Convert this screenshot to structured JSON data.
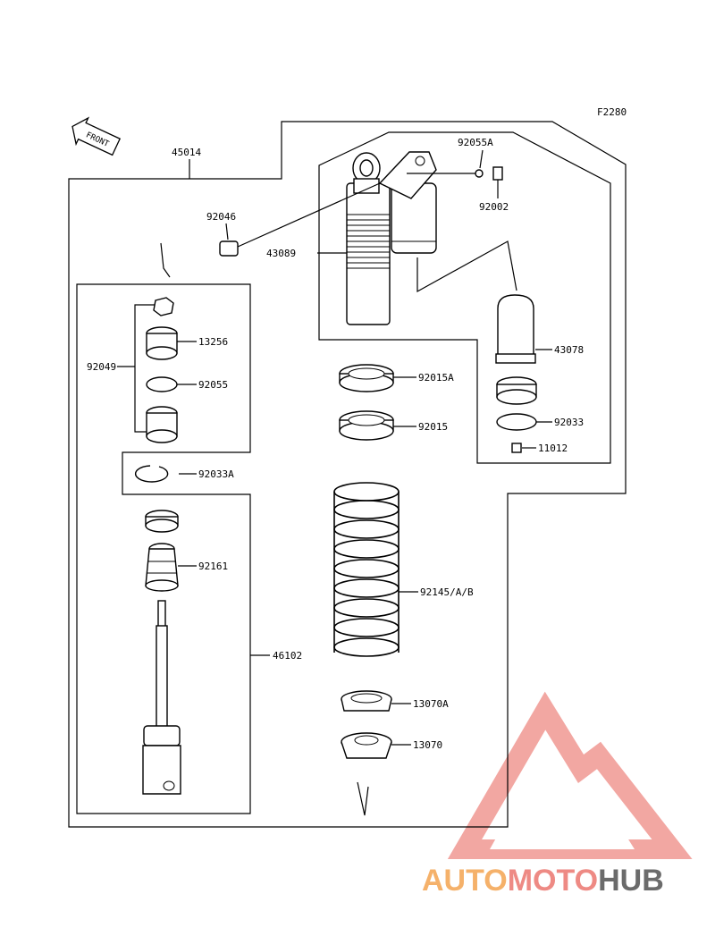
{
  "figure_code": "F2280",
  "front_label": "FRONT",
  "parts": {
    "shock_assembly": "45014",
    "reservoir_bolt_washer": "92055A",
    "reservoir_bolt": "92002",
    "bushing": "92046",
    "shock_body": "43089",
    "rod_group": "92049",
    "nut": "13256",
    "oring": "92055",
    "adjuster_nut": "92015A",
    "locknut": "92015",
    "bladder": "43078",
    "reservoir_cap_ring": "92033",
    "valve": "11012",
    "circlip": "92033A",
    "bumper": "92161",
    "spring": "92145/A/B",
    "rod_assembly": "46102",
    "spring_guide": "13070A",
    "spring_seat": "13070"
  },
  "watermark": {
    "part1": "AUTO",
    "part2": "MOTO",
    "part3": "HUB",
    "color_orange": "#f5b16a",
    "color_red": "#ee8a84",
    "color_gray": "#6b6b6b"
  }
}
